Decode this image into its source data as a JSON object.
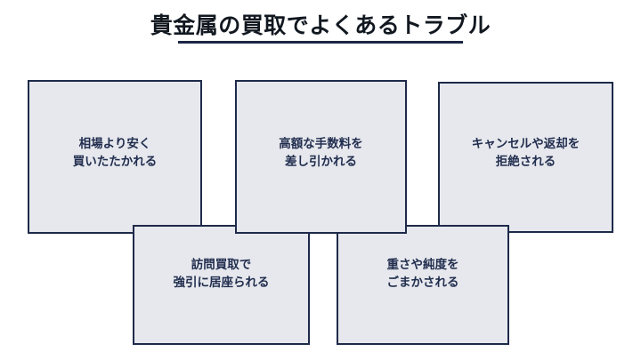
{
  "header": {
    "title": "貴金属の買取でよくあるトラブル",
    "rule_color": "#1c2745"
  },
  "theme": {
    "background": "#ffffff",
    "card_fill": "#e6e8ed",
    "card_border": "#1e2a4a",
    "card_text": "#222e4f",
    "title_text": "#121820"
  },
  "cards": [
    {
      "id": "price-lowball",
      "label": "相場より安く\n買いたたかれる"
    },
    {
      "id": "high-fees",
      "label": "高額な手数料を\n差し引かれる"
    },
    {
      "id": "cancellation-refused",
      "label": "キャンセルや返却を\n拒絶される"
    },
    {
      "id": "pushy-home-visit",
      "label": "訪問買取で\n強引に居座られる"
    },
    {
      "id": "weight-purity-fraud",
      "label": "重さや純度を\nごまかされる"
    }
  ]
}
